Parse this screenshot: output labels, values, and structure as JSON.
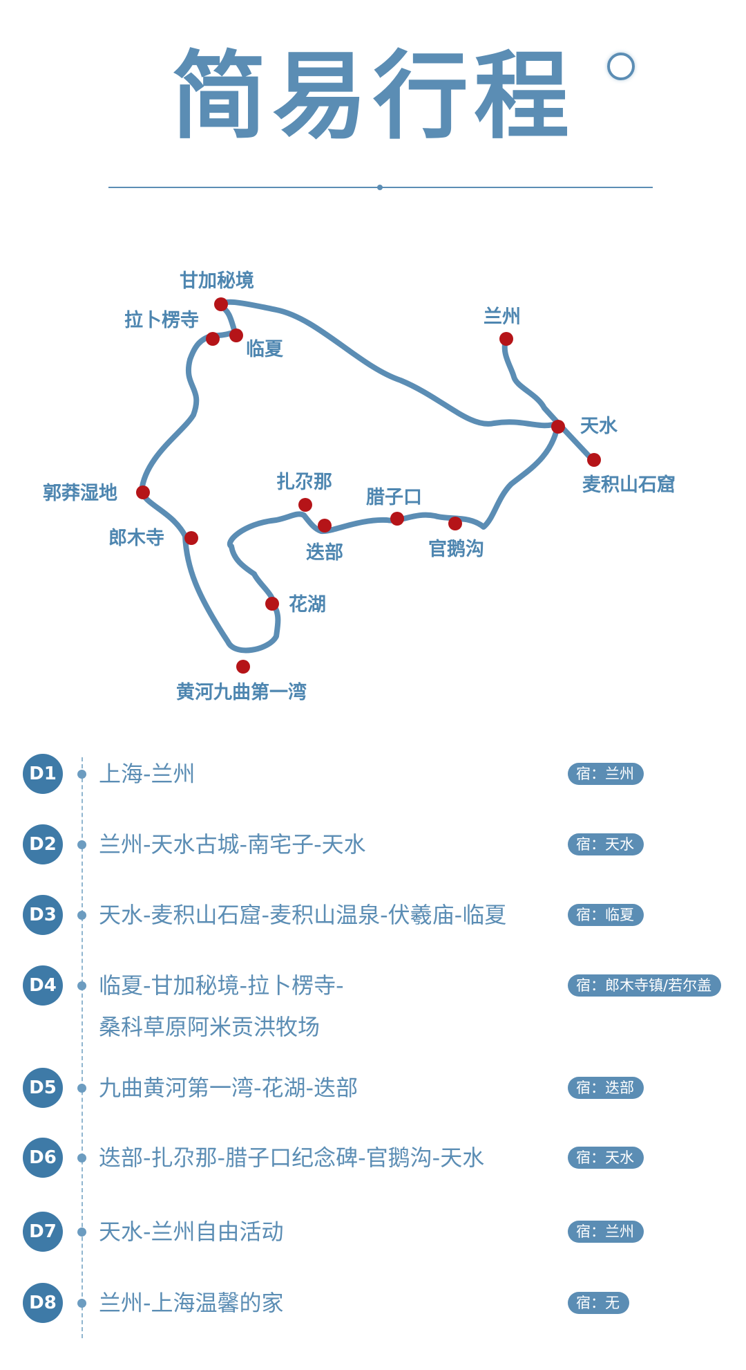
{
  "title": "简易行程",
  "map": {
    "places": [
      {
        "id": "ganjia",
        "label": "甘加秘境"
      },
      {
        "id": "labuleng",
        "label": "拉卜楞寺"
      },
      {
        "id": "linxia",
        "label": "临夏"
      },
      {
        "id": "lanzhou",
        "label": "兰州"
      },
      {
        "id": "tianshui",
        "label": "天水"
      },
      {
        "id": "maiji",
        "label": "麦积山石窟"
      },
      {
        "id": "guomang",
        "label": "郭莽湿地"
      },
      {
        "id": "langmu",
        "label": "郎木寺"
      },
      {
        "id": "zhagana",
        "label": "扎尕那"
      },
      {
        "id": "diebu",
        "label": "迭部"
      },
      {
        "id": "lazikou",
        "label": "腊子口"
      },
      {
        "id": "guanegou",
        "label": "官鹅沟"
      },
      {
        "id": "huahu",
        "label": "花湖"
      },
      {
        "id": "huanghe",
        "label": "黄河九曲第一湾"
      }
    ],
    "route_color": "#5b8db4",
    "dot_color": "#b51418"
  },
  "days": [
    {
      "day": "D1",
      "route": [
        "上海-兰州"
      ],
      "stay": "宿：兰州"
    },
    {
      "day": "D2",
      "route": [
        "兰州-天水古城-南宅子-天水"
      ],
      "stay": "宿：天水"
    },
    {
      "day": "D3",
      "route": [
        "天水-麦积山石窟-麦积山温泉-伏羲庙-临夏"
      ],
      "stay": "宿：临夏"
    },
    {
      "day": "D4",
      "route": [
        "临夏-甘加秘境-拉卜楞寺-",
        "桑科草原阿米贡洪牧场"
      ],
      "stay": "宿：郎木寺镇/若尔盖"
    },
    {
      "day": "D5",
      "route": [
        "九曲黄河第一湾-花湖-迭部"
      ],
      "stay": "宿：迭部"
    },
    {
      "day": "D6",
      "route": [
        "迭部-扎尕那-腊子口纪念碑-官鹅沟-天水"
      ],
      "stay": "宿：天水"
    },
    {
      "day": "D7",
      "route": [
        "天水-兰州自由活动"
      ],
      "stay": "宿：兰州"
    },
    {
      "day": "D8",
      "route": [
        "兰州-上海温馨的家"
      ],
      "stay": "宿：无"
    }
  ],
  "colors": {
    "accent": "#5b8db4",
    "badge": "#3e7aa7"
  }
}
